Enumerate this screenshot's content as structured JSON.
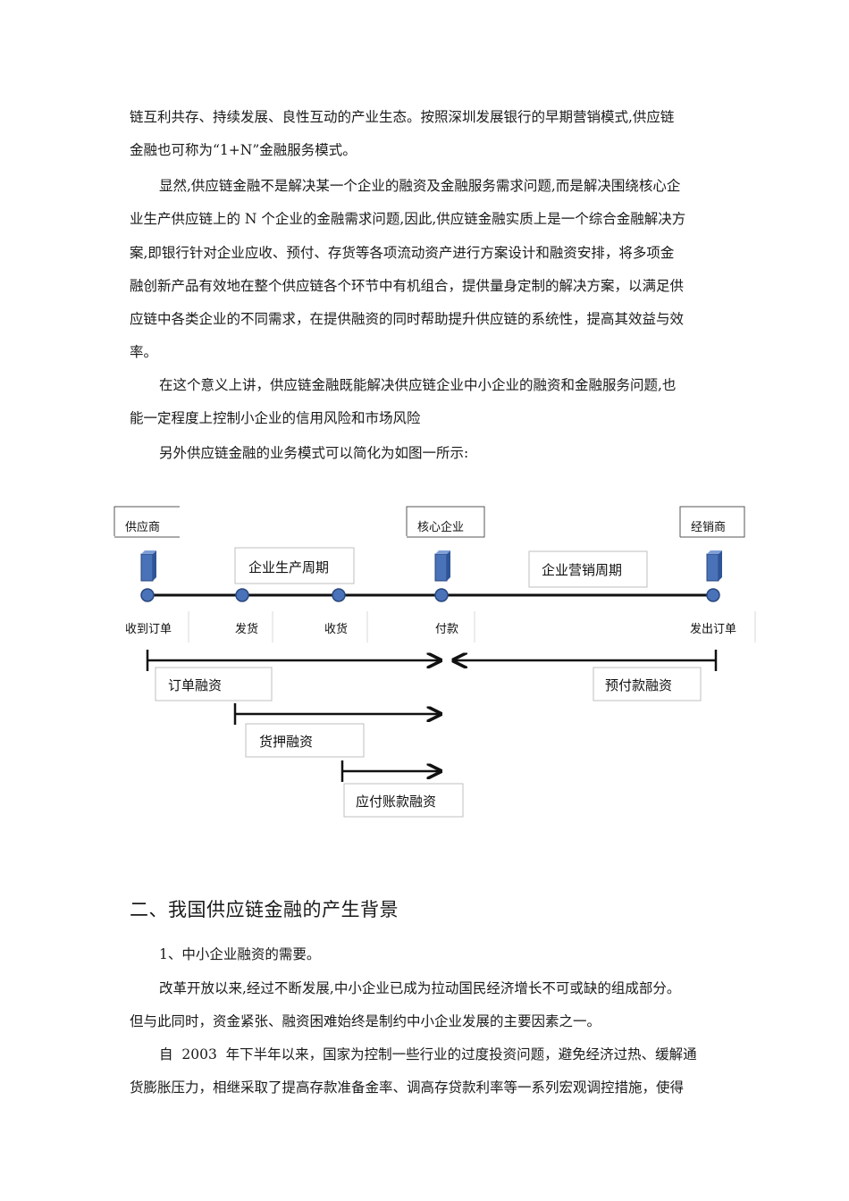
{
  "paragraphs": {
    "p1": [
      "链互利共存、持续发展、良性互动的产业生态。按照深圳发展银行的早期营销模式,供应链",
      "金融也可称为“1+N”金融服务模式。"
    ],
    "p2": [
      "显然,供应链金融不是解决某一个企业的融资及金融服务需求问题,而是解决围绕核心企",
      "业生产供应链上的 N 个企业的金融需求问题,因此,供应链金融实质上是一个综合金融解决方",
      "案,即银行针对企业应收、预付、存货等各项流动资产进行方案设计和融资安排，将多项金",
      "融创新产品有效地在整个供应链各个环节中有机组合，提供量身定制的解决方案，以满足供",
      "应链中各类企业的不同需求，在提供融资的同时帮助提升供应链的系统性，提高其效益与效",
      "率。"
    ],
    "p3": [
      "在这个意义上讲，供应链金融既能解决供应链企业中小企业的融资和金融服务问题,也",
      "能一定程度上控制小企业的信用风险和市场风险"
    ],
    "p4": [
      "另外供应链金融的业务模式可以简化为如图一所示:"
    ]
  },
  "diagram": {
    "parties": {
      "supplier": "供应商",
      "core": "核心企业",
      "dealer": "经销商"
    },
    "cycles": {
      "production": "企业生产周期",
      "marketing": "企业营销周期"
    },
    "events": {
      "receive_order": "收到订单",
      "ship": "发货",
      "receive_goods": "收货",
      "pay": "付款",
      "place_order": "发出订单"
    },
    "financing": {
      "order": "订单融资",
      "prepay": "预付款融资",
      "pledge": "货押融资",
      "payable": "应付账款融资"
    },
    "colors": {
      "node": "#4a72b8",
      "node_stroke": "#28477d",
      "line": "#111111",
      "box_border": "#bfbfbf"
    }
  },
  "section2": {
    "heading": "二、我国供应链金融的产生背景",
    "subheading": "1、中小企业融资的需要。",
    "p1": [
      "改革开放以来,经过不断发展,中小企业已成为拉动国民经济增长不可或缺的组成部分。",
      "但与此同时，资金紧张、融资困难始终是制约中小企业发展的主要因素之一。"
    ],
    "p2": [
      "自  2003  年下半年以来，国家为控制一些行业的过度投资问题，避免经济过热、缓解通",
      "货膨胀压力，相继采取了提高存款准备金率、调高存贷款利率等一系列宏观调控措施，使得"
    ]
  }
}
